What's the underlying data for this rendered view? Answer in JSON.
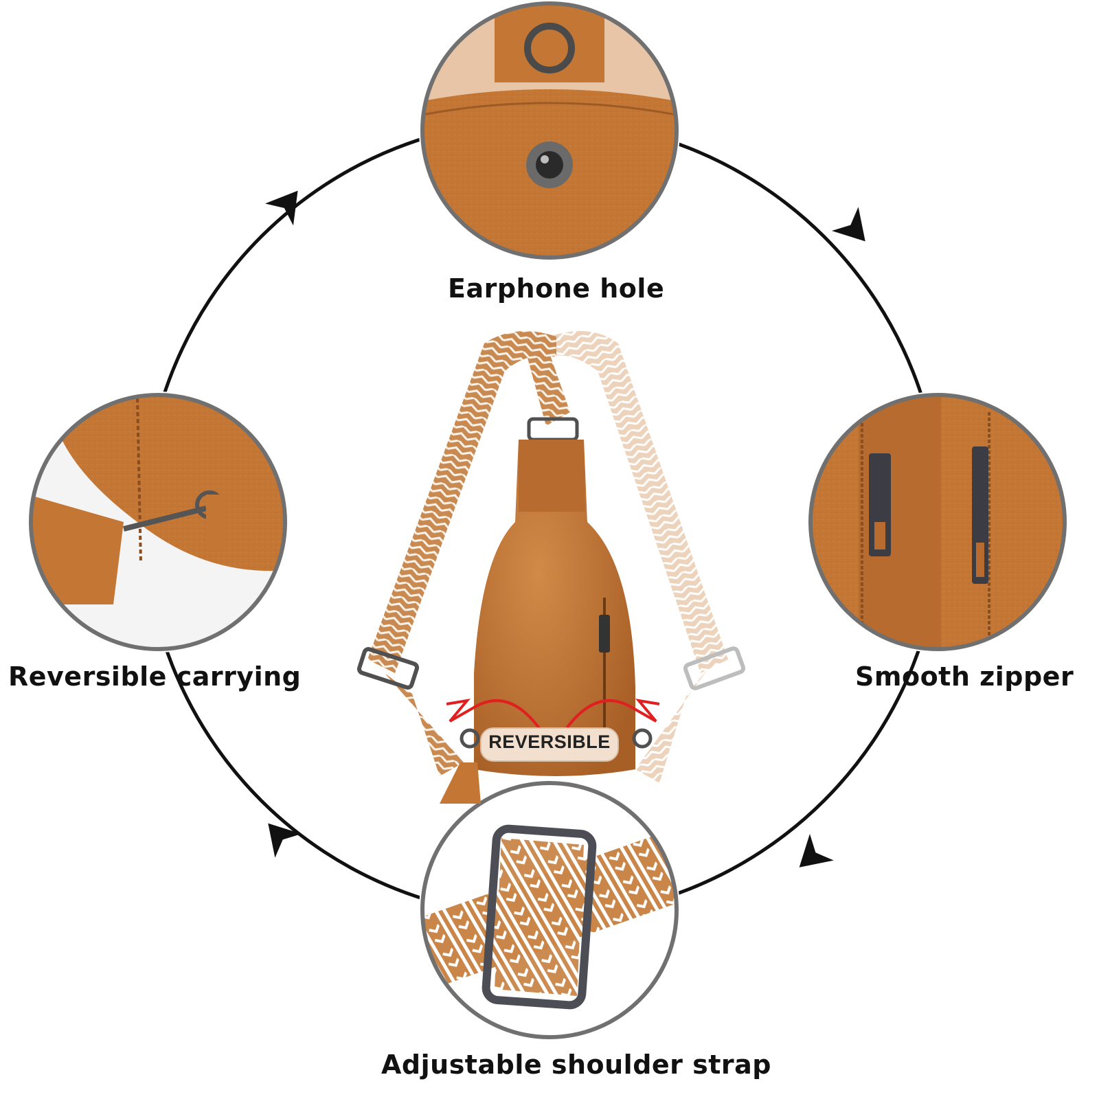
{
  "labels": {
    "top": "Earphone hole",
    "left": "Reversible carrying",
    "right": "Smooth zipper",
    "bottom": "Adjustable shoulder strap"
  },
  "badge": {
    "text": "REVERSIBLE"
  },
  "colors": {
    "leather": "#c97a3a",
    "leather_dark": "#a85f26",
    "strap_tan": "#c98a52",
    "strap_light": "#f0d9c4",
    "ring": "#5a5a5a",
    "arrow_red": "#e02020",
    "badge_fill": "#f3dfcd"
  }
}
